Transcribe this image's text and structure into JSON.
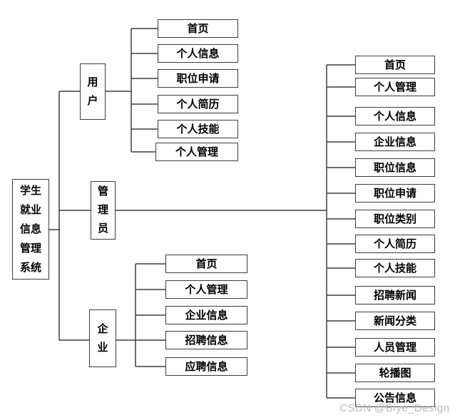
{
  "diagram": {
    "root": {
      "label": "学生就业信息管理系统"
    },
    "branches": [
      {
        "label": "用户",
        "children": [
          "首页",
          "个人信息",
          "职位申请",
          "个人简历",
          "个人技能",
          "个人管理"
        ]
      },
      {
        "label": "管理员",
        "children": [
          "首页",
          "个人管理",
          "个人信息",
          "企业信息",
          "职位信息",
          "职位申请",
          "职位类别",
          "个人简历",
          "个人技能",
          "招聘新闻",
          "新闻分类",
          "人员管理",
          "轮播图",
          "公告信息"
        ]
      },
      {
        "label": "企业",
        "children": [
          "首页",
          "个人管理",
          "企业信息",
          "招聘信息",
          "应聘信息"
        ]
      }
    ]
  },
  "colors": {
    "line": "#3d3d3d",
    "box_border": "#3d3d3d",
    "text": "#000000",
    "watermark": "#b9bac1",
    "background": "#ffffff"
  },
  "watermark": "CSDN @Biye_Design"
}
